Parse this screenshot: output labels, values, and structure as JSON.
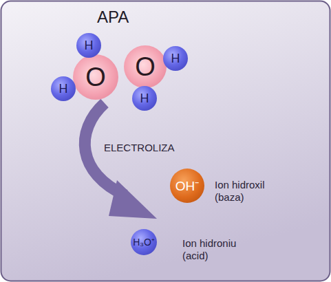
{
  "diagram": {
    "title": "APA",
    "nodes": [
      {
        "text": [
          "H"
        ]
      },
      {
        "text": [
          "H"
        ]
      },
      {
        "text": [
          "O"
        ]
      },
      {
        "text": [
          "O"
        ]
      },
      {
        "text": [
          "H"
        ]
      },
      {
        "text": [
          "H"
        ]
      },
      {
        "text": [
          "OH⁻"
        ]
      },
      {
        "text": [
          "H₃O⁺"
        ]
      }
    ],
    "labels": [
      "ELECTROLIZA",
      "Ion hidroxil (baza)",
      "Ion hidroniu (acid)"
    ]
  }
}
